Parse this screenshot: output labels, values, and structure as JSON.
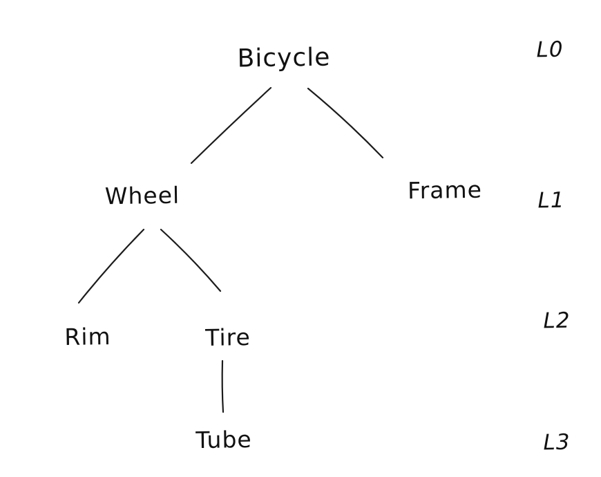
{
  "diagram": {
    "type": "tree",
    "style": "hand-drawn",
    "colors": {
      "ink": "#1c1c1c",
      "background": "#ffffff"
    },
    "nodes": {
      "bicycle": {
        "label": "Bicycle",
        "level": "L0"
      },
      "wheel": {
        "label": "Wheel",
        "level": "L1"
      },
      "frame": {
        "label": "Frame",
        "level": "L1"
      },
      "rim": {
        "label": "Rim",
        "level": "L2"
      },
      "tire": {
        "label": "Tire",
        "level": "L2"
      },
      "tube": {
        "label": "Tube",
        "level": "L3"
      }
    },
    "edges": [
      {
        "parent": "Bicycle",
        "child": "Wheel"
      },
      {
        "parent": "Bicycle",
        "child": "Frame"
      },
      {
        "parent": "Wheel",
        "child": "Rim"
      },
      {
        "parent": "Wheel",
        "child": "Tire"
      },
      {
        "parent": "Tire",
        "child": "Tube"
      }
    ],
    "levels": {
      "l0": "L0",
      "l1": "L1",
      "l2": "L2",
      "l3": "L3"
    }
  }
}
